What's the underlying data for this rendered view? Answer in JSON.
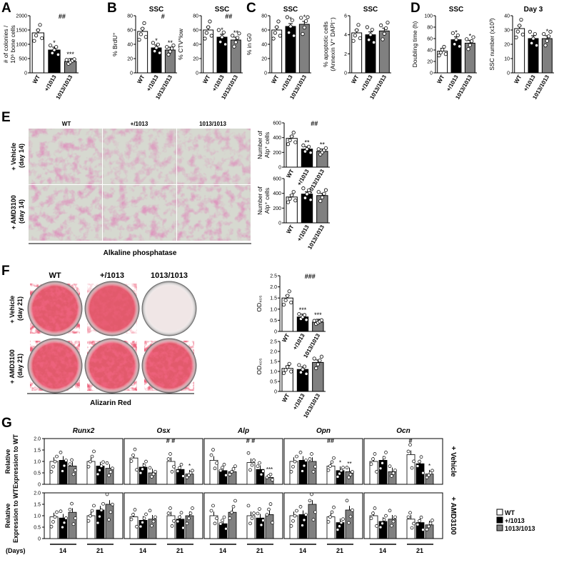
{
  "colors": {
    "wt": "#ffffff",
    "het": "#000000",
    "hom": "#808080",
    "stain_alp": "#b85c8c",
    "stain_alizarin": "#d8243c"
  },
  "legend": {
    "wt": "WT",
    "het": "+/1013",
    "hom": "1013/1013"
  },
  "panels": [
    {
      "letter": "A"
    },
    {
      "letter": "B"
    },
    {
      "letter": "C"
    },
    {
      "letter": "D"
    },
    {
      "letter": "E"
    },
    {
      "letter": "F"
    },
    {
      "letter": "G"
    }
  ],
  "panel_e": {
    "cols": [
      "WT",
      "+/1013",
      "1013/1013"
    ],
    "rows": [
      "+ Vehicle\n(day 14)",
      "+ AMD3100\n(day 14)"
    ],
    "footer": "Alkaline phosphatase"
  },
  "panel_f": {
    "cols": [
      "WT",
      "+/1013",
      "1013/1013"
    ],
    "rows": [
      "+ Vehicle\n(day 21)",
      "+ AMD3100\n(day 21)"
    ],
    "footer": "Alizarin Red"
  },
  "panel_g": {
    "genes": [
      "Runx2",
      "Osx",
      "Alp",
      "Opn",
      "Ocn"
    ],
    "ylabel": "Relative\nExpression to WT",
    "row_labels": [
      "+ Vehicle",
      "+ AMD3100"
    ],
    "days_label": "(Days)",
    "days": [
      "14",
      "21"
    ],
    "sig_top": [
      "",
      "#    #",
      "#    #",
      "##",
      "#"
    ],
    "vehicle": [
      [
        [
          1.0,
          1.05,
          0.8
        ],
        [
          1.0,
          0.8,
          0.7
        ]
      ],
      [
        [
          1.15,
          0.75,
          0.5
        ],
        [
          1.0,
          0.65,
          0.45
        ]
      ],
      [
        [
          1.05,
          0.6,
          0.55
        ],
        [
          0.95,
          0.65,
          0.3
        ]
      ],
      [
        [
          1.0,
          1.05,
          1.0
        ],
        [
          0.8,
          0.6,
          0.55
        ]
      ],
      [
        [
          1.0,
          1.05,
          0.55
        ],
        [
          1.3,
          0.9,
          0.45
        ]
      ]
    ],
    "amd": [
      [
        [
          0.95,
          0.9,
          1.15
        ],
        [
          1.0,
          1.25,
          1.5
        ]
      ],
      [
        [
          0.95,
          0.8,
          0.85
        ],
        [
          1.0,
          0.85,
          1.0
        ]
      ],
      [
        [
          1.0,
          0.65,
          1.15
        ],
        [
          1.0,
          0.9,
          1.05
        ]
      ],
      [
        [
          1.0,
          1.05,
          1.5
        ],
        [
          0.95,
          0.7,
          1.25
        ]
      ],
      [
        [
          1.0,
          0.75,
          0.85
        ],
        [
          0.85,
          0.7,
          0.6
        ]
      ]
    ],
    "ymax": 2.0,
    "yticks": [
      "0",
      "0.5",
      "1.0",
      "1.5",
      "2.0"
    ],
    "veh_stars": [
      [
        "",
        "",
        ""
      ],
      [
        "",
        "",
        ""
      ],
      [
        "",
        "",
        ""
      ],
      [
        "",
        "",
        "*"
      ],
      [
        "",
        "",
        ""
      ],
      [
        "",
        "",
        "***"
      ],
      [
        "",
        "",
        ""
      ],
      [
        "",
        "*",
        "**"
      ],
      [
        "",
        "",
        ""
      ],
      [
        "",
        "",
        "*"
      ]
    ]
  },
  "chart_data": [
    {
      "type": "bar",
      "panel": "A",
      "title": "",
      "ylabel": "# of colonies /\n10⁶ bone cells",
      "categories": [
        "WT",
        "+/1013",
        "1013/1013"
      ],
      "values": [
        1400,
        800,
        400
      ],
      "ylim": [
        0,
        2000
      ],
      "yticks": [
        "0",
        "500",
        "1000",
        "1500",
        "2000"
      ],
      "bracket": "##",
      "stars": [
        "",
        "*",
        "***"
      ]
    },
    {
      "type": "bar",
      "panel": "B1",
      "title": "SSC",
      "ylabel": "% BrdU⁺",
      "categories": [
        "WT",
        "+/1013",
        "1013/1013"
      ],
      "values": [
        58,
        35,
        32
      ],
      "ylim": [
        0,
        80
      ],
      "yticks": [
        "0",
        "20",
        "40",
        "60",
        "80"
      ],
      "bracket": "#",
      "stars": [
        "",
        "*",
        "**"
      ]
    },
    {
      "type": "bar",
      "panel": "B2",
      "title": "SSC",
      "ylabel": "% CTV^low",
      "categories": [
        "WT",
        "+/1013",
        "1013/1013"
      ],
      "values": [
        60,
        50,
        46
      ],
      "ylim": [
        0,
        80
      ],
      "yticks": [
        "0",
        "20",
        "40",
        "60",
        "80"
      ],
      "bracket": "##",
      "stars": [
        "",
        "*",
        "**"
      ]
    },
    {
      "type": "bar",
      "panel": "C1",
      "title": "SSC",
      "ylabel": "% in G0",
      "categories": [
        "WT",
        "+/1013",
        "1013/1013"
      ],
      "values": [
        60,
        65,
        68
      ],
      "ylim": [
        0,
        80
      ],
      "yticks": [
        "0",
        "20",
        "40",
        "60",
        "80"
      ],
      "bracket": "",
      "stars": [
        "",
        "*",
        "*"
      ]
    },
    {
      "type": "bar",
      "panel": "C2",
      "title": "SSC",
      "ylabel": "% apoptotic cells\n(Annexin V⁺ DAPI⁻)",
      "categories": [
        "WT",
        "+/1013",
        "1013/1013"
      ],
      "values": [
        4.2,
        4.0,
        4.4
      ],
      "ylim": [
        0,
        6
      ],
      "yticks": [
        "0",
        "2",
        "4",
        "6"
      ],
      "bracket": "",
      "stars": [
        "",
        "",
        ""
      ]
    },
    {
      "type": "bar",
      "panel": "D1",
      "title": "SSC",
      "ylabel": "Doubling time (h)",
      "categories": [
        "WT",
        "+/1013",
        "1013/1013"
      ],
      "values": [
        38,
        58,
        52
      ],
      "ylim": [
        0,
        100
      ],
      "yticks": [
        "0",
        "20",
        "40",
        "60",
        "80",
        "100"
      ],
      "bracket": "",
      "stars": [
        "",
        "*",
        "*"
      ]
    },
    {
      "type": "bar",
      "panel": "D2",
      "title": "Day 3",
      "ylabel": "SSC number (x10³)",
      "categories": [
        "WT",
        "+/1013",
        "1013/1013"
      ],
      "values": [
        31,
        24,
        24
      ],
      "ylim": [
        0,
        40
      ],
      "yticks": [
        "0",
        "10",
        "20",
        "30",
        "40"
      ],
      "bracket": "",
      "stars": [
        "",
        "",
        "*"
      ]
    },
    {
      "type": "bar",
      "panel": "E1",
      "title": "",
      "ylabel": "Number of\nAlp⁺ cells",
      "categories": [
        "WT",
        "+/1013",
        "1013/1013"
      ],
      "values": [
        390,
        245,
        215
      ],
      "ylim": [
        0,
        600
      ],
      "yticks": [
        "0",
        "200",
        "400",
        "600"
      ],
      "bracket": "##",
      "stars": [
        "",
        "**",
        "**"
      ]
    },
    {
      "type": "bar",
      "panel": "E2",
      "title": "",
      "ylabel": "Number of\nAlp⁺ cells",
      "categories": [
        "WT",
        "+/1013",
        "1013/1013"
      ],
      "values": [
        350,
        390,
        370
      ],
      "ylim": [
        0,
        600
      ],
      "yticks": [
        "0",
        "200",
        "400",
        "600"
      ],
      "bracket": "",
      "stars": [
        "",
        "",
        ""
      ]
    },
    {
      "type": "bar",
      "panel": "F1",
      "title": "",
      "ylabel": "OD₄₀₅",
      "categories": [
        "WT",
        "+/1013",
        "1013/1013"
      ],
      "values": [
        1.5,
        0.65,
        0.42
      ],
      "ylim": [
        0,
        2.5
      ],
      "yticks": [
        "0",
        "0.5",
        "1.0",
        "1.5",
        "2.0",
        "2.5"
      ],
      "bracket": "###",
      "stars": [
        "",
        "***",
        "***"
      ]
    },
    {
      "type": "bar",
      "panel": "F2",
      "title": "",
      "ylabel": "OD₄₀₅",
      "categories": [
        "WT",
        "+/1013",
        "1013/1013"
      ],
      "values": [
        1.15,
        1.1,
        1.45
      ],
      "ylim": [
        0,
        2.5
      ],
      "yticks": [
        "0",
        "0.5",
        "1.0",
        "1.5",
        "2.0",
        "2.5"
      ],
      "bracket": "",
      "stars": [
        "",
        "",
        ""
      ]
    }
  ]
}
